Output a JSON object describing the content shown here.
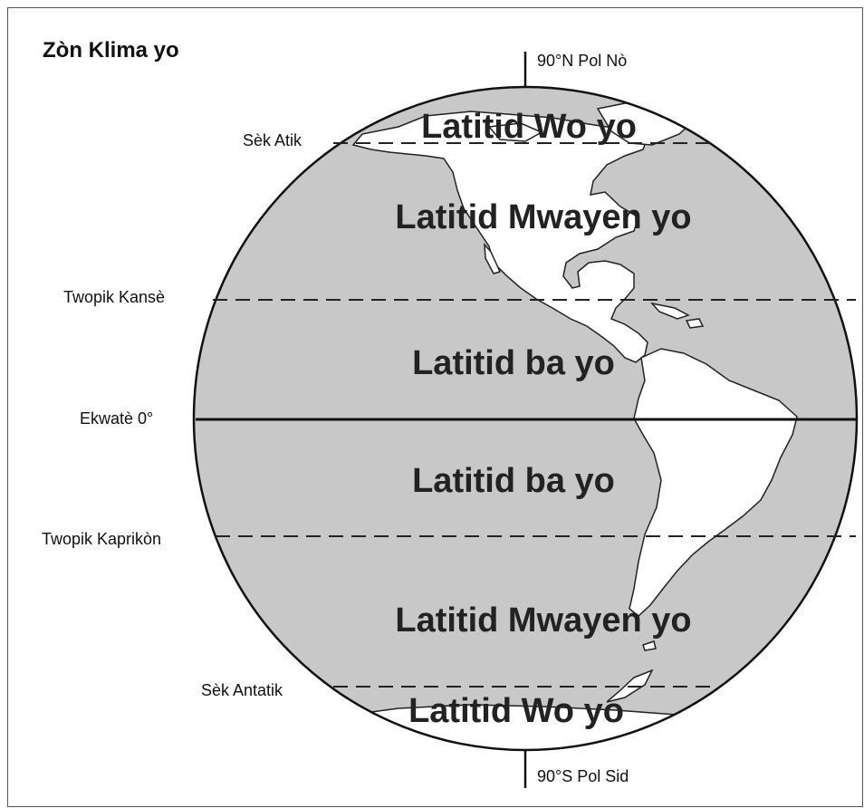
{
  "title": "Zòn Klima yo",
  "poles": {
    "north": "90°N Pol Nò",
    "south": "90°S Pol Sid"
  },
  "lines": {
    "arctic": "Sèk Atik",
    "cancer": "Twopik Kansè",
    "equator": "Ekwatè 0°",
    "capricorn": "Twopik Kaprikòn",
    "antarctic": "Sèk Antatik"
  },
  "zones": {
    "north_high": "Latitid Wo yo",
    "north_mid": "Latitid Mwayen yo",
    "north_low": "Latitid ba yo",
    "south_low": "Latitid ba yo",
    "south_mid": "Latitid Mwayen yo",
    "south_high": "Latitid Wo yo"
  },
  "colors": {
    "ocean": "#c8c8c8",
    "land": "#ffffff",
    "outline": "#111111"
  }
}
